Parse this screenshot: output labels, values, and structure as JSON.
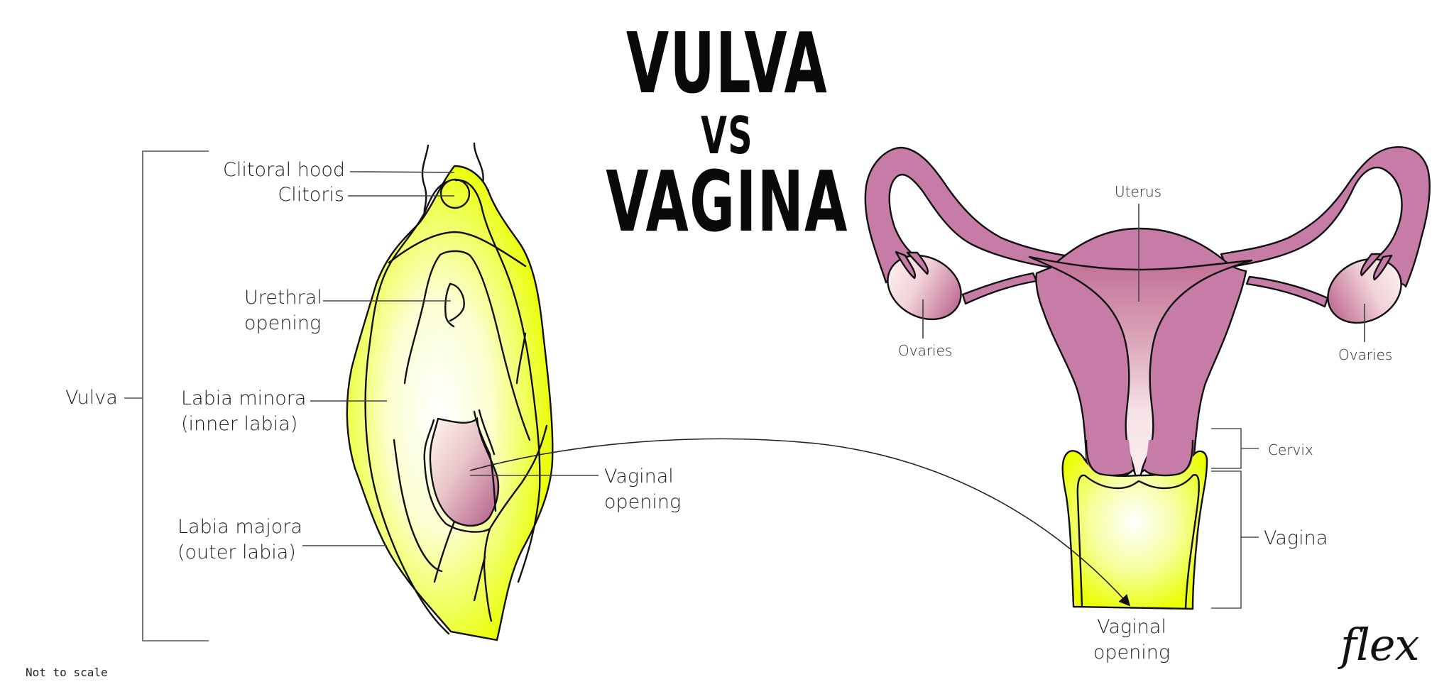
{
  "title": {
    "line1": "VULVA",
    "line2": "VS",
    "line3": "VAGINA"
  },
  "vulva_diagram": {
    "bracket_label": "Vulva",
    "labels": {
      "clitoral_hood": "Clitoral hood",
      "clitoris": "Clitoris",
      "urethral_opening_1": "Urethral",
      "urethral_opening_2": "opening",
      "labia_minora_1": "Labia minora",
      "labia_minora_2": "(inner labia)",
      "labia_majora_1": "Labia majora",
      "labia_majora_2": "(outer labia)",
      "vaginal_opening_1": "Vaginal",
      "vaginal_opening_2": "opening"
    }
  },
  "reproductive_diagram": {
    "labels": {
      "uterus": "Uterus",
      "ovaries_left": "Ovaries",
      "ovaries_right": "Ovaries",
      "cervix": "Cervix",
      "vagina": "Vagina",
      "vaginal_opening_1": "Vaginal",
      "vaginal_opening_2": "opening"
    }
  },
  "footer": {
    "note": "Not to scale",
    "logo": "flex"
  },
  "colors": {
    "vulva_yellow": "#eaff00",
    "uterus_purple": "#c67ca6",
    "cavity_pink": "#c06e94",
    "line": "#111111",
    "leader": "#555555"
  }
}
